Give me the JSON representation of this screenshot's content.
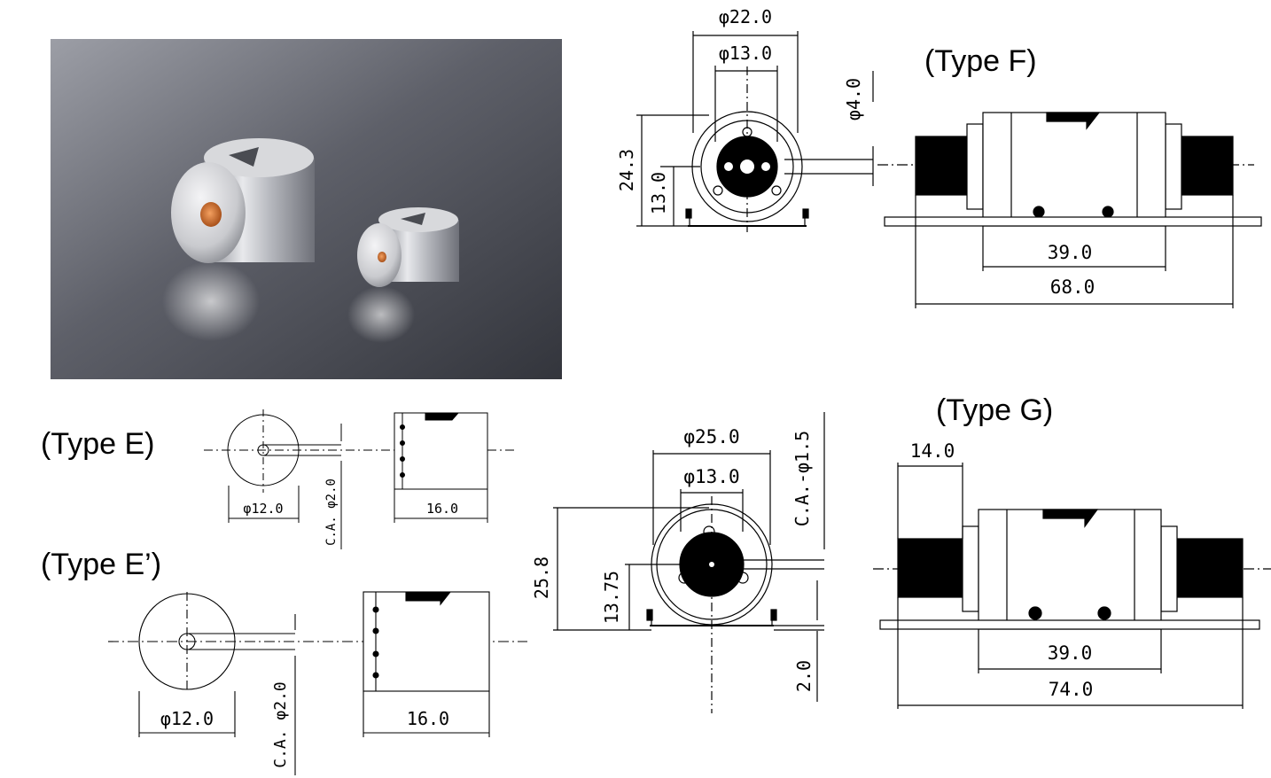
{
  "photo": {
    "name": "product-photo"
  },
  "type_f": {
    "label": "(Type F)",
    "d_outer": "φ22.0",
    "d_inner": "φ13.0",
    "d_hole": "φ4.0",
    "height": "24.3",
    "center_height": "13.0",
    "body_length": "39.0",
    "total_length": "68.0"
  },
  "type_g": {
    "label": "(Type G)",
    "d_outer": "φ25.0",
    "d_inner": "φ13.0",
    "aperture": "C.A.-φ1.5",
    "height": "25.8",
    "center_height": "13.75",
    "base_thickness": "2.0",
    "end_length": "14.0",
    "body_length": "39.0",
    "total_length": "74.0"
  },
  "type_e": {
    "label": "(Type E)",
    "diameter": "φ12.0",
    "aperture": "C.A.  φ2.0",
    "length": "16.0"
  },
  "type_e_prime": {
    "label": "(Type E’)",
    "diameter": "φ12.0",
    "aperture": "C.A.  φ2.0",
    "length": "16.0"
  }
}
